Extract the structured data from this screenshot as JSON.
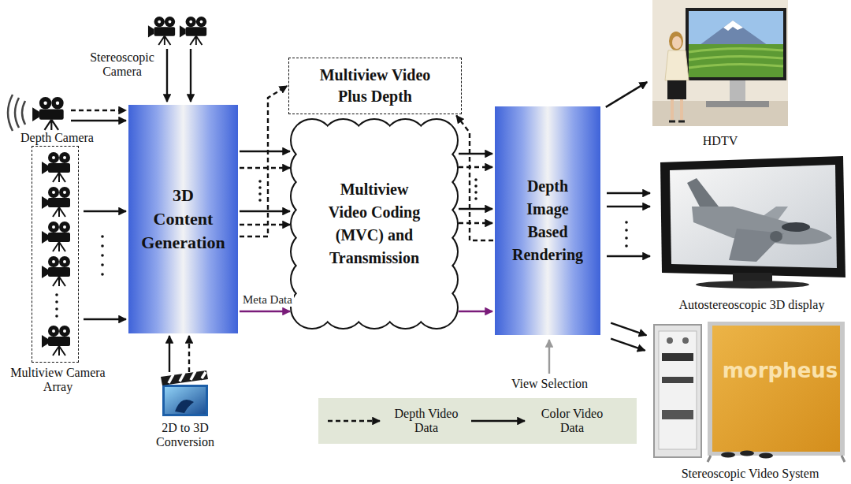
{
  "diagram": {
    "nodes": [
      {
        "text": [
          "Stereoscopic Camera"
        ]
      },
      {
        "text": [
          "Depth Camera"
        ]
      },
      {
        "text": [
          "Multiview Camera Array"
        ]
      },
      {
        "text": [
          "2D to 3D Conversion"
        ]
      },
      {
        "text": [
          "3D Content Generation"
        ]
      },
      {
        "text": [
          "Multiview Video Plus Depth"
        ]
      },
      {
        "text": [
          "Multiview Video Coding (MVC) and Transmission"
        ]
      },
      {
        "text": [
          "Depth Image Based Rendering"
        ]
      },
      {
        "text": [
          "HDTV"
        ]
      },
      {
        "text": [
          "Autostereoscopic 3D display"
        ]
      },
      {
        "text": [
          "Stereoscopic Video System"
        ]
      }
    ],
    "edges": [
      {
        "from": 0,
        "to": 4,
        "arrow": "to"
      },
      {
        "from": 0,
        "to": 4,
        "arrow": "to"
      },
      {
        "from": 1,
        "to": 4,
        "arrow": "to"
      },
      {
        "from": 1,
        "to": 4,
        "arrow": "to"
      },
      {
        "from": 2,
        "to": 4,
        "arrow": "to"
      },
      {
        "from": 2,
        "to": 4,
        "arrow": "to"
      },
      {
        "from": 3,
        "to": 4,
        "arrow": "to"
      },
      {
        "from": 3,
        "to": 4,
        "arrow": "to"
      },
      {
        "from": 4,
        "to": 6,
        "arrow": "to"
      },
      {
        "from": 4,
        "to": 6,
        "arrow": "to"
      },
      {
        "from": 4,
        "to": 6,
        "arrow": "to"
      },
      {
        "from": 4,
        "to": 6,
        "arrow": "to"
      },
      {
        "from": 4,
        "to": 6,
        "label": "Meta Data",
        "arrow": "to"
      },
      {
        "from": 4,
        "to": 5,
        "arrow": "to"
      },
      {
        "from": 6,
        "to": 7,
        "arrow": "to"
      },
      {
        "from": 6,
        "to": 7,
        "arrow": "to"
      },
      {
        "from": 6,
        "to": 7,
        "arrow": "to"
      },
      {
        "from": 6,
        "to": 7,
        "arrow": "to"
      },
      {
        "from": 6,
        "to": 7,
        "arrow": "to"
      },
      {
        "from": 7,
        "to": 5,
        "arrow": "to"
      },
      {
        "from": 7,
        "to": 8,
        "arrow": "to"
      },
      {
        "from": 7,
        "to": 9,
        "arrow": "to"
      },
      {
        "from": 7,
        "to": 9,
        "arrow": "to"
      },
      {
        "from": 7,
        "to": 9,
        "arrow": "to"
      },
      {
        "from": 7,
        "to": 10,
        "arrow": "to"
      },
      {
        "from": 7,
        "to": 10,
        "arrow": "to"
      }
    ],
    "labels": [
      "View Selection",
      "morpheus"
    ],
    "legend": [
      {
        "text": "Depth Video Data"
      },
      {
        "text": "Color Video Data"
      }
    ]
  }
}
